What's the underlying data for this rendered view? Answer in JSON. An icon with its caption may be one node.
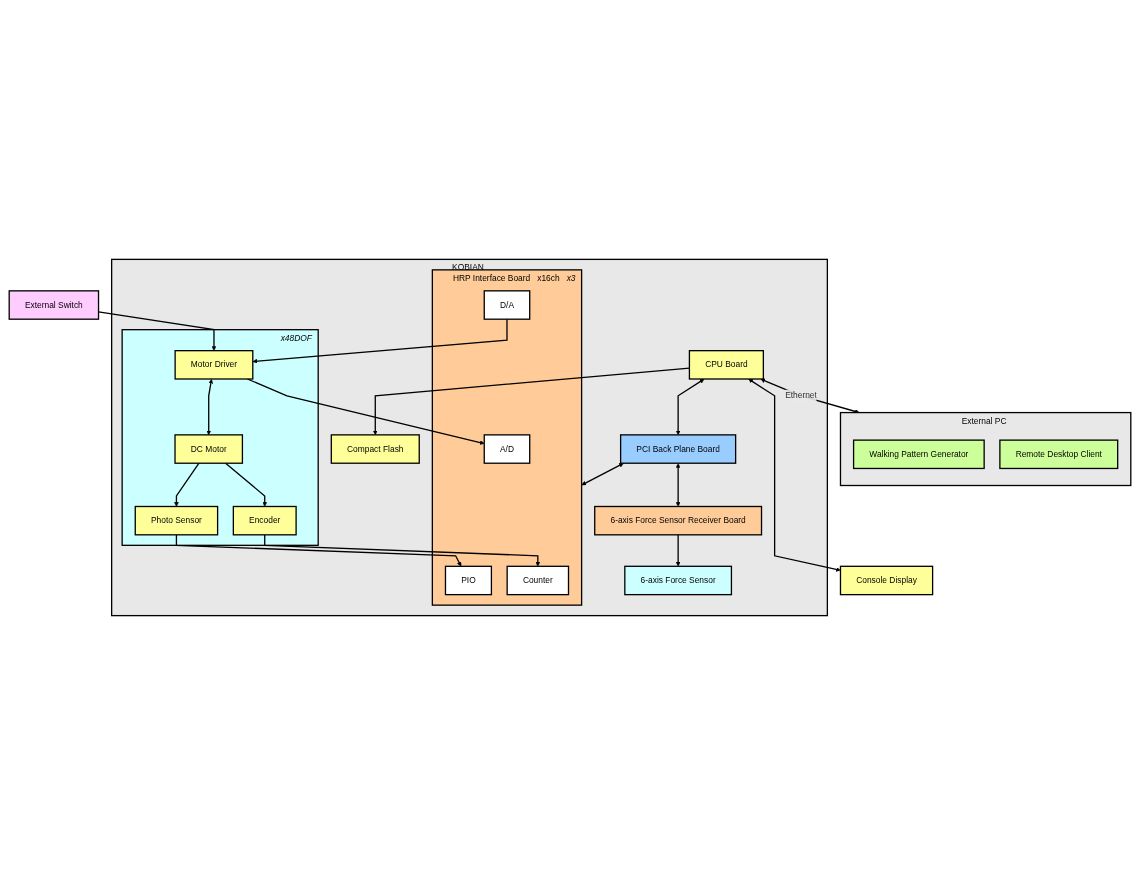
{
  "diagram": {
    "nodes": [
      {
        "text": [
          "External PC"
        ]
      },
      {
        "text": [
          "Walking Pattern Generator"
        ],
        "in": 0
      },
      {
        "text": [
          "Remote Desktop Client"
        ],
        "in": 0
      },
      {
        "text": [
          "Console Display"
        ]
      },
      {
        "text": [
          "External Switch"
        ]
      },
      {
        "text": [
          "KOBIAN"
        ]
      },
      {
        "text": [
          "Compact Flash"
        ],
        "in": 5
      },
      {
        "text": [
          "CPU Board"
        ],
        "in": 5
      },
      {
        "text": [
          "PCI Back Plane Board"
        ],
        "in": 5
      },
      {
        "text": [
          "6-axis Force Sensor Receiver Board"
        ],
        "in": 5
      },
      {
        "text": [
          "6-axis Force Sensor"
        ],
        "in": 5
      },
      {
        "text": [
          "HRP Interface Board",
          "x16ch"
        ],
        "in": 5,
        "beside": [
          "x3"
        ]
      },
      {
        "text": [
          "PIO"
        ],
        "in": 11
      },
      {
        "text": [
          "Counter"
        ],
        "in": 11
      },
      {
        "text": [
          "A/D"
        ],
        "in": 11
      },
      {
        "text": [
          "D/A"
        ],
        "in": 11
      },
      {
        "text": [],
        "shape": "box",
        "in": 5,
        "beside": [
          "x48DOF"
        ]
      },
      {
        "text": [
          "Encoder"
        ],
        "in": 16
      },
      {
        "text": [
          "Motor Driver"
        ],
        "in": 16
      },
      {
        "text": [
          "Photo Sensor"
        ],
        "in": 16
      },
      {
        "text": [
          "DC Motor"
        ],
        "in": 16
      }
    ],
    "edges": [
      {
        "from": 7,
        "to": 0,
        "arrow": "both",
        "label": "Ethernet"
      },
      {
        "from": 7,
        "to": 3,
        "arrow": "both"
      },
      {
        "from": 7,
        "to": 6,
        "arrow": "to"
      },
      {
        "from": 7,
        "to": 8,
        "arrow": "both"
      },
      {
        "from": 8,
        "to": 9,
        "arrow": "both"
      },
      {
        "from": 8,
        "to": 11,
        "arrow": "both"
      },
      {
        "from": 9,
        "to": 10,
        "arrow": "to"
      },
      {
        "from": 19,
        "to": 12,
        "arrow": "to"
      },
      {
        "from": 17,
        "to": 13,
        "arrow": "to"
      },
      {
        "from": 18,
        "to": 14,
        "arrow": "to"
      },
      {
        "from": 15,
        "to": 18,
        "arrow": "to"
      },
      {
        "from": 18,
        "to": 20,
        "arrow": "both"
      },
      {
        "from": 20,
        "to": 17,
        "arrow": "to"
      },
      {
        "from": 20,
        "to": 19,
        "arrow": "to"
      },
      {
        "from": 4,
        "to": 18,
        "arrow": "to"
      }
    ]
  }
}
